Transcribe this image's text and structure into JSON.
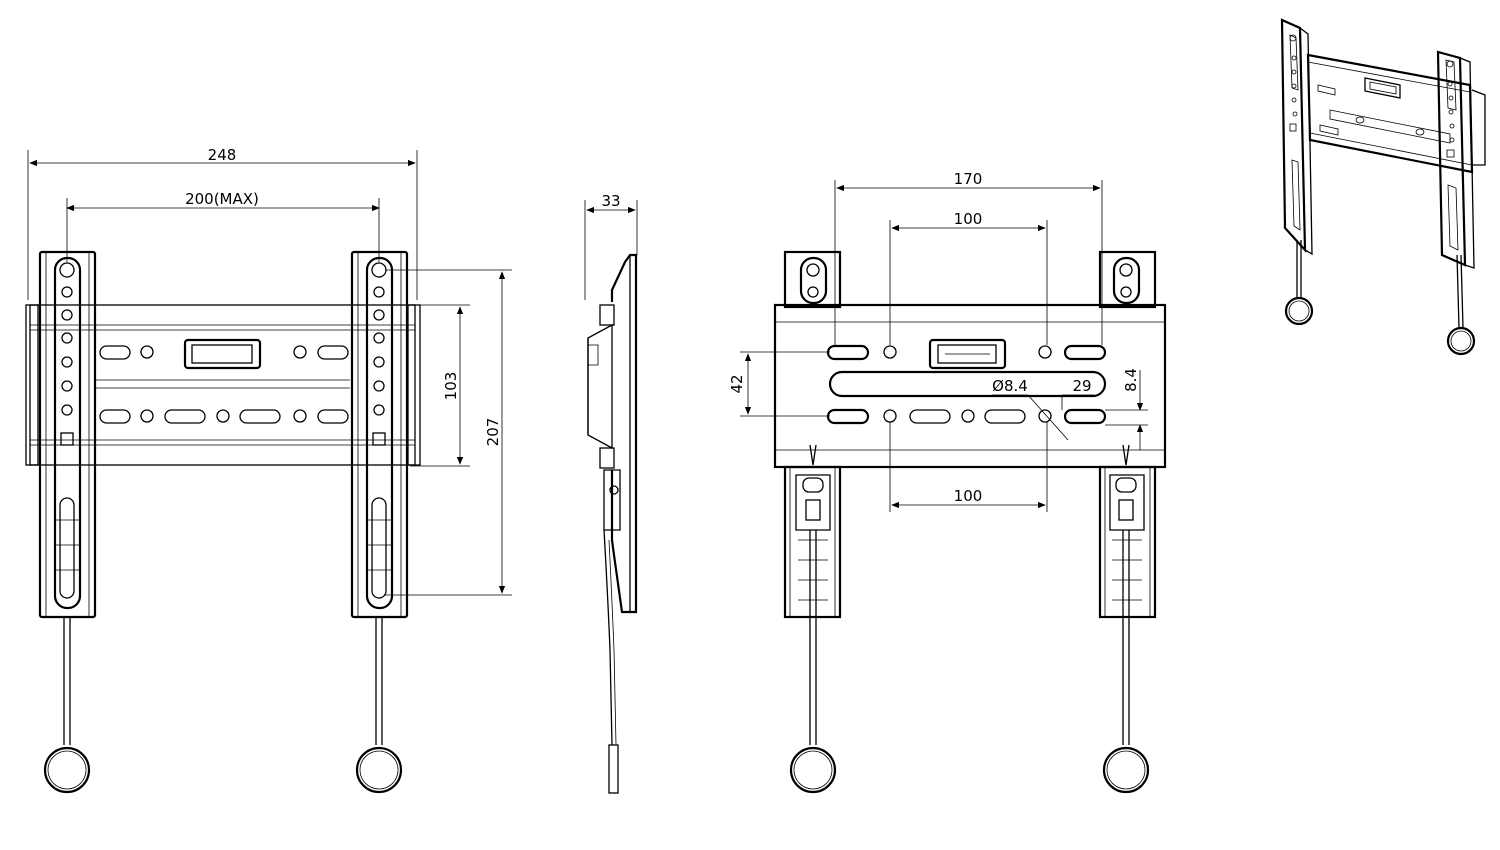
{
  "colors": {
    "line": "#000000",
    "background": "#ffffff",
    "panel": "#222222"
  },
  "front_view": {
    "overall_width": "248",
    "max_spacing": "200(MAX)",
    "inner_height": "103",
    "overall_height": "207"
  },
  "side_view": {
    "depth": "33"
  },
  "rear_view": {
    "outer_spacing": "170",
    "inner_spacing_top": "100",
    "inner_spacing_bottom": "100",
    "slot_spacing": "42",
    "hole_diameter": "Ø8.4",
    "offset": "29",
    "edge_offset": "8.4"
  }
}
